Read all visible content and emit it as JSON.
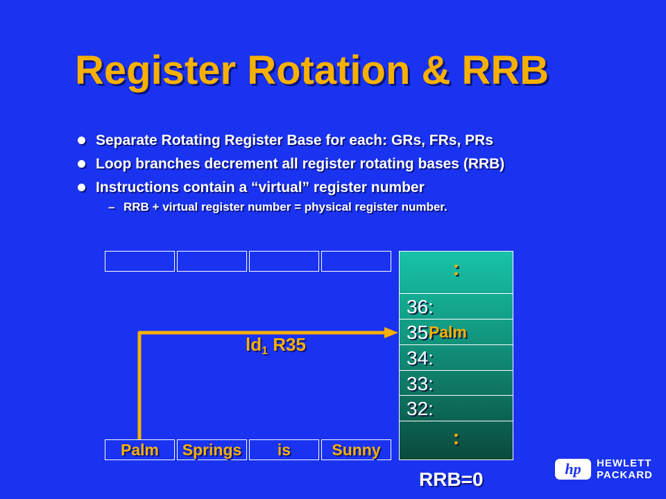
{
  "title": "Register Rotation & RRB",
  "bullets": [
    "Separate Rotating Register Base for each: GRs, FRs, PRs",
    "Loop branches decrement all register rotating bases (RRB)",
    "Instructions contain a “virtual” register number"
  ],
  "subbullet": {
    "dash": "–",
    "text": "RRB + virtual register number = physical register number."
  },
  "source_words": [
    "Palm",
    "Springs",
    "is",
    "Sunny"
  ],
  "register_file": {
    "ellipsis": ":",
    "labels": [
      "36:",
      "35:",
      "34:",
      "33:",
      "32:"
    ],
    "value_35": "Palm"
  },
  "instruction": {
    "op": "ld",
    "subscript": "1",
    "reg": "R35"
  },
  "rrb_label": "RRB=0",
  "logo": {
    "badge": "hp",
    "line1": "HEWLETT",
    "line2": "PACKARD"
  },
  "colors": {
    "background": "#1a33f0",
    "accent": "#f7b000",
    "register": "#129880"
  }
}
